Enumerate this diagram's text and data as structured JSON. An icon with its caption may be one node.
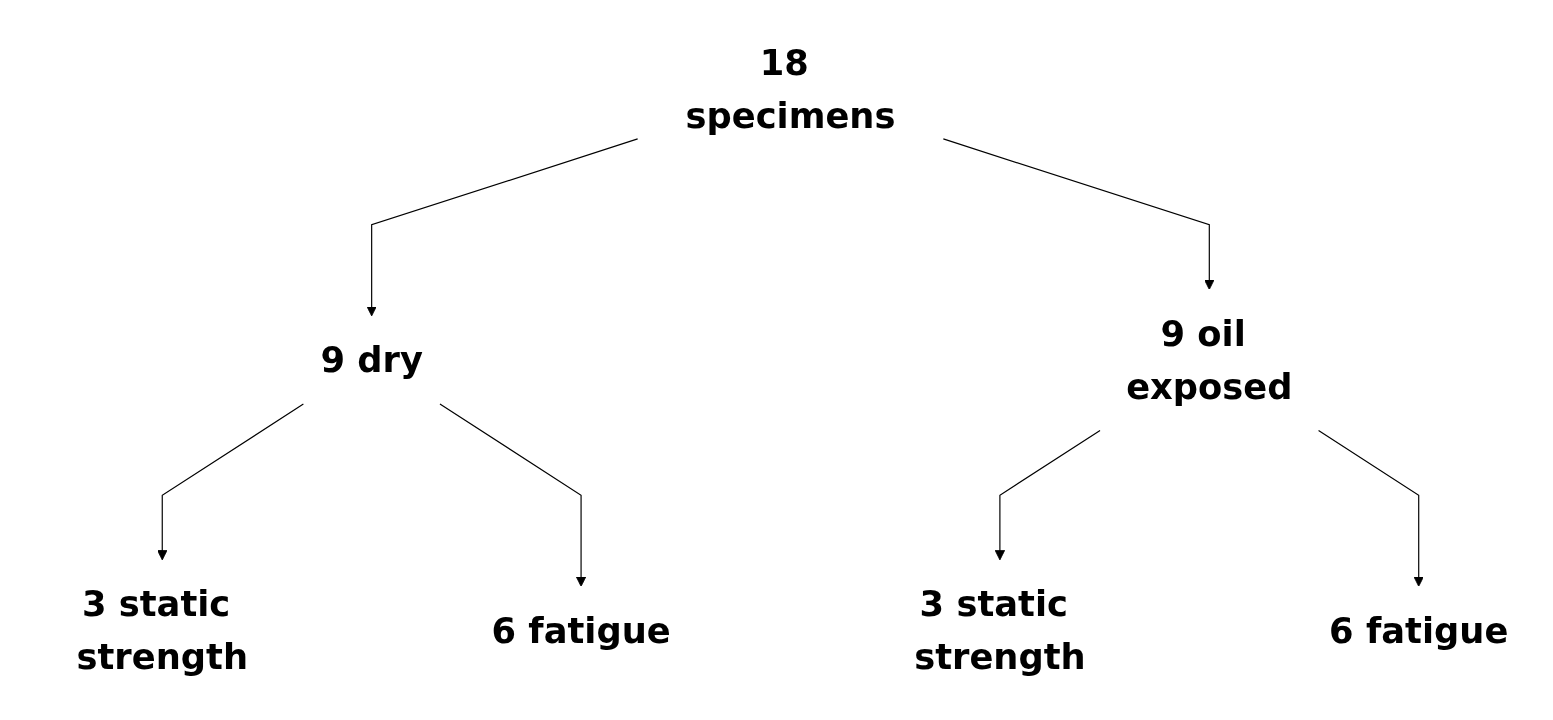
{
  "diagram": {
    "nodes": [
      {
        "text": [
          "18 specimens"
        ]
      },
      {
        "text": [
          "9 dry"
        ]
      },
      {
        "text": [
          "9 oil exposed"
        ]
      },
      {
        "text": [
          "3 static strength"
        ]
      },
      {
        "text": [
          "6 fatigue"
        ]
      },
      {
        "text": [
          "3 static strength"
        ]
      },
      {
        "text": [
          "6 fatigue"
        ]
      }
    ],
    "edges": [
      {
        "from": 0,
        "to": 1,
        "arrow": "to"
      },
      {
        "from": 0,
        "to": 2,
        "arrow": "to"
      },
      {
        "from": 1,
        "to": 3,
        "arrow": "to"
      },
      {
        "from": 1,
        "to": 4,
        "arrow": "to"
      },
      {
        "from": 2,
        "to": 5,
        "arrow": "to"
      },
      {
        "from": 2,
        "to": 6,
        "arrow": "to"
      }
    ]
  }
}
